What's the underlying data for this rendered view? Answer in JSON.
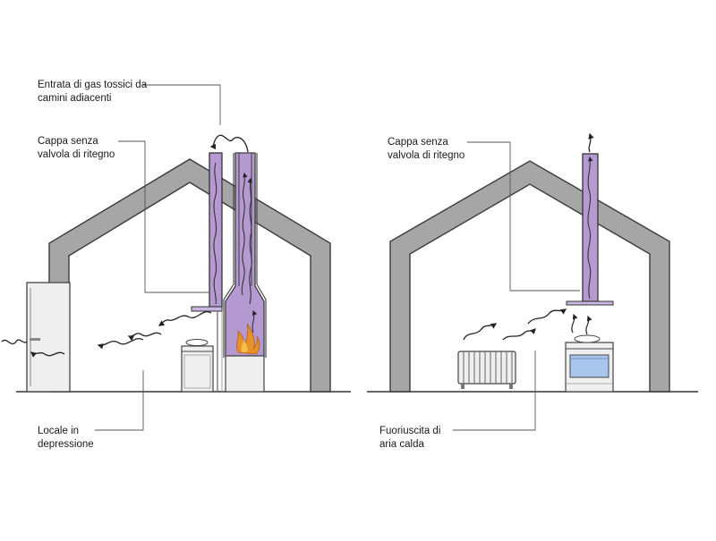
{
  "left_panel": {
    "label_gas_entry": [
      "Entrata di gas tossici da",
      "camini adiacenti"
    ],
    "label_hood": [
      "Cappa senza",
      "valvola di ritegno"
    ],
    "label_room": [
      "Locale in",
      "depressione"
    ]
  },
  "right_panel": {
    "label_hood": [
      "Cappa senza",
      "valvola di ritegno"
    ],
    "label_outflow": [
      "Fuoriuscita di",
      "aria calda"
    ]
  },
  "colors": {
    "house_wall": "#a6a6a6",
    "outline": "#3a3a3a",
    "duct_fill": "#b59ad1",
    "hood_plate": "#c9b6e0",
    "flame": "#e8902a",
    "appliance": "#efefef"
  }
}
